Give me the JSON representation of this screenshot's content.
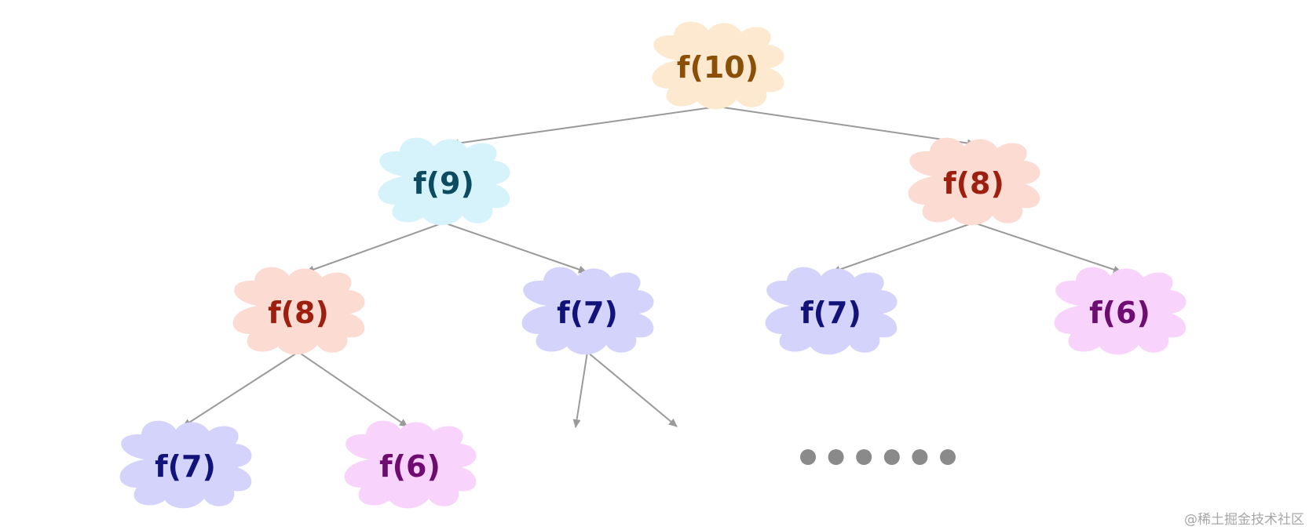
{
  "nodes": [
    {
      "id": "n10",
      "label": "f(10)",
      "fill": "#fde9cf",
      "text": "#8a5008"
    },
    {
      "id": "n9",
      "label": "f(9)",
      "fill": "#d6f3fb",
      "text": "#0d4b61"
    },
    {
      "id": "n8a",
      "label": "f(8)",
      "fill": "#fcdcd2",
      "text": "#9e1f0f"
    },
    {
      "id": "n8b",
      "label": "f(8)",
      "fill": "#fcdcd2",
      "text": "#9e1f0f"
    },
    {
      "id": "n7a",
      "label": "f(7)",
      "fill": "#d3d3fb",
      "text": "#12137a"
    },
    {
      "id": "n7b",
      "label": "f(7)",
      "fill": "#d3d3fb",
      "text": "#12137a"
    },
    {
      "id": "n6a",
      "label": "f(6)",
      "fill": "#f8d3fb",
      "text": "#6e0c72"
    },
    {
      "id": "n7c",
      "label": "f(7)",
      "fill": "#d3d3fb",
      "text": "#12137a"
    },
    {
      "id": "n6b",
      "label": "f(6)",
      "fill": "#f8d3fb",
      "text": "#6e0c72"
    }
  ],
  "colors": {
    "edge": "#9a9a9a",
    "ellipsis_dot": "#8a8a8a"
  },
  "ellipsis": {
    "dot_count": 6
  },
  "watermark": "@稀土掘金技术社区"
}
